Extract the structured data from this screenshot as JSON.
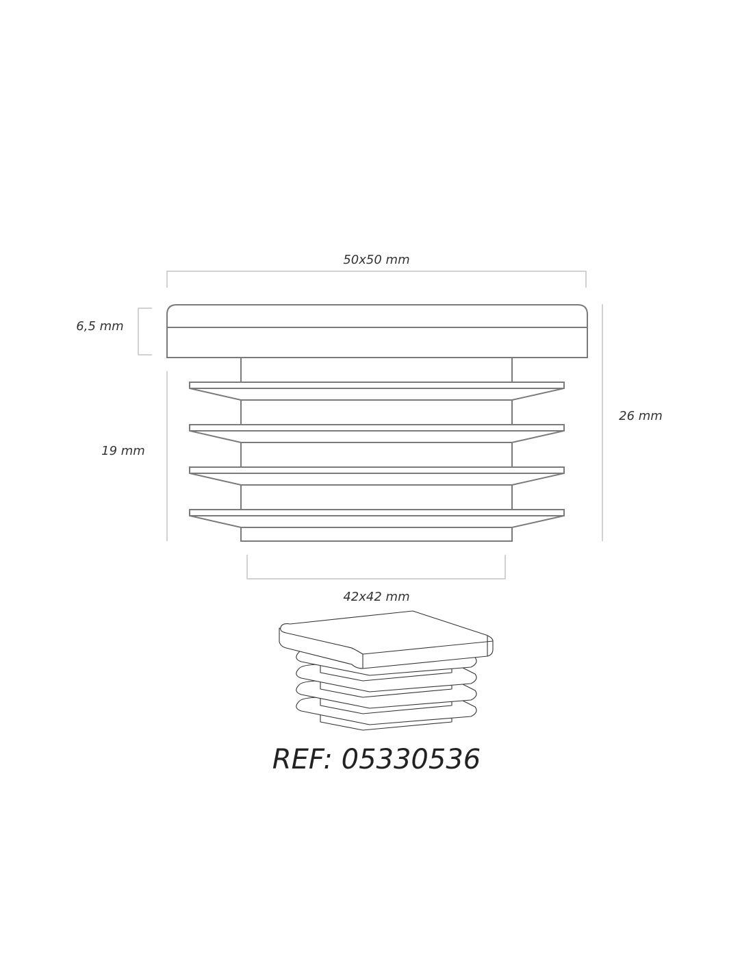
{
  "drawing": {
    "dimensions": {
      "outer_width": "50x50 mm",
      "cap_height": "6,5 mm",
      "insert_height": "19 mm",
      "total_height": "26 mm",
      "inner_width": "42x42 mm"
    },
    "reference": "REF: 05330536",
    "colors": {
      "line": "#7a7a7a",
      "dimension": "#c4c4c4",
      "text": "#333333"
    }
  }
}
